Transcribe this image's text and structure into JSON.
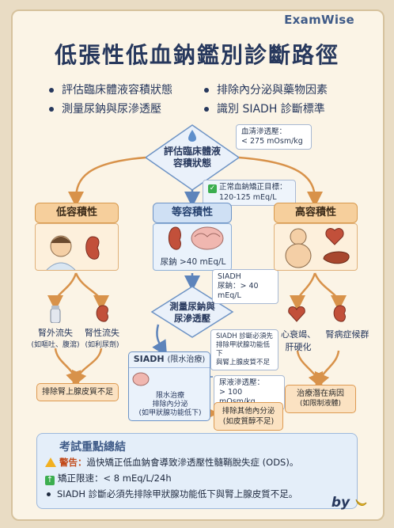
{
  "brand": "ExamWise",
  "title": "低張性低血鈉鑑別診斷路徑",
  "objectives": [
    "評估臨床體液容積狀態",
    "排除內分泌與藥物因素",
    "測量尿鈉與尿滲透壓",
    "識別 SIADH 診斷標準"
  ],
  "serum_note": {
    "line1": "血清滲透壓：",
    "line2": "< 275 mOsm/kg"
  },
  "assess": {
    "line1": "評估臨床體液",
    "line2": "容積狀態"
  },
  "correction_note": {
    "line1": "正常血鈉矯正目標：",
    "line2": "120-125 mEq/L"
  },
  "hypo": {
    "header": "低容積性",
    "extra_renal": {
      "line1": "腎外流失",
      "line2": "(如嘔吐、腹瀉)"
    },
    "renal": {
      "line1": "腎性流失",
      "line2": "(如利尿劑)"
    },
    "result": "排除腎上腺皮質不足"
  },
  "euvolemic": {
    "header": "等容積性",
    "urine_na": "尿鈉 >40 mEq/L",
    "siadh_note": {
      "line1": "SIADH",
      "line2": "尿鈉：> 40 mEq/L"
    },
    "measure": {
      "line1": "測量尿鈉與",
      "line2": "尿滲透壓"
    },
    "siadh_req": {
      "line1": "SIADH 診斷必須先",
      "line2": "排除甲狀腺功能低下",
      "line3": "與腎上腺皮質不足"
    },
    "siadh_box": {
      "title": "SIADH",
      "tag": "(限水治療)",
      "line1": "限水治療",
      "line2": "排除內分泌",
      "line3": "(如甲狀腺功能低下)"
    },
    "osm_note": {
      "line1": "尿液滲透壓：",
      "line2": "> 100 mOsm/kg"
    },
    "other_endo": {
      "line1": "排除其他內分泌",
      "line2": "(如皮質醇不足)"
    }
  },
  "hyper": {
    "header": "高容積性",
    "hf": {
      "line1": "心衰竭、",
      "line2": "肝硬化"
    },
    "nephrotic": "腎病症候群",
    "result": {
      "line1": "治療潛在病因",
      "line2": "(如限制液體)"
    }
  },
  "summary": {
    "title": "考試重點總結",
    "warning_label": "警告：",
    "warning_text": "過快矯正低血鈉會導致滲透壓性髓鞘脫失症 (ODS)。",
    "limit": "矯正限速：< 8 mEq/L/24h",
    "rule": "SIADH 診斷必須先排除甲狀腺功能低下與腎上腺皮質不足。"
  },
  "signature": "by",
  "colors": {
    "navy": "#27385d",
    "orange": "#d89a4e",
    "blue": "#6d93c5",
    "cream": "#fbf4e6"
  }
}
